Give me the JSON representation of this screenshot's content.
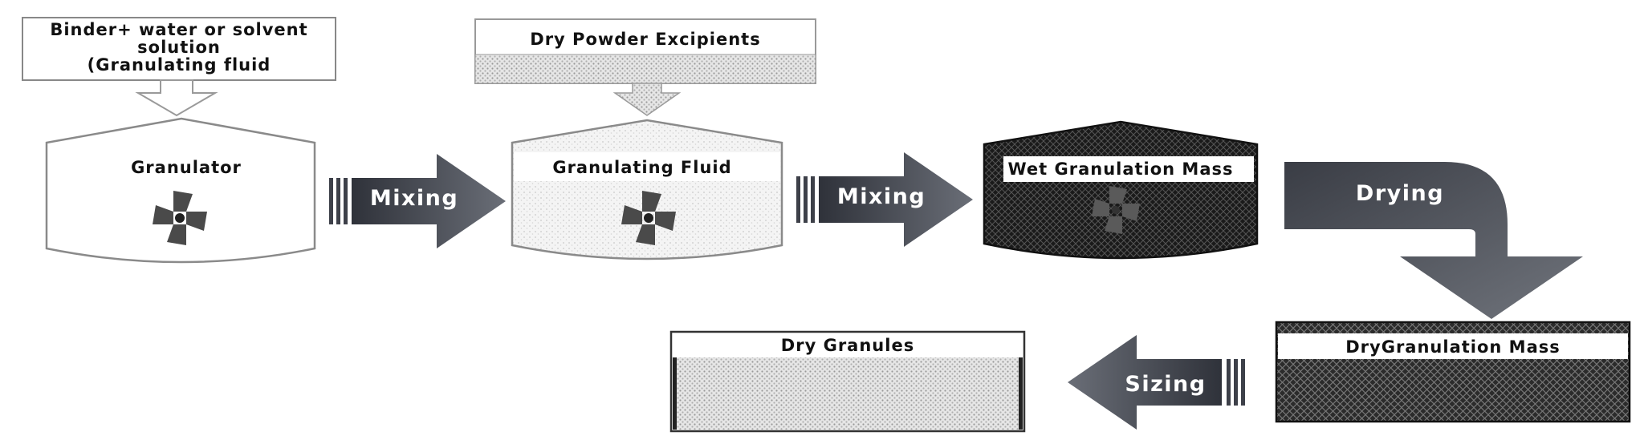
{
  "binder_box": {
    "lines": [
      "Binder+ water or solvent",
      "solution",
      "(Granulating fluid"
    ]
  },
  "dry_powder_box": {
    "label": "Dry Powder Excipients"
  },
  "granulator": {
    "label": "Granulator"
  },
  "granulating_fluid_vessel": {
    "label": "Granulating Fluid"
  },
  "wet_mass_vessel": {
    "label": "Wet Granulation Mass"
  },
  "dry_granulation_mass_box": {
    "label": "DryGranulation Mass"
  },
  "dry_granules_box": {
    "label": "Dry Granules"
  },
  "steps": {
    "mixing_1": "Mixing",
    "mixing_2": "Mixing",
    "drying": "Drying",
    "sizing": "Sizing"
  },
  "colors": {
    "arrow_dark": "#3d4049",
    "arrow_light": "#8a8e96",
    "impeller": "#4a4a4a",
    "mass_dark": "#1e1e1e"
  }
}
